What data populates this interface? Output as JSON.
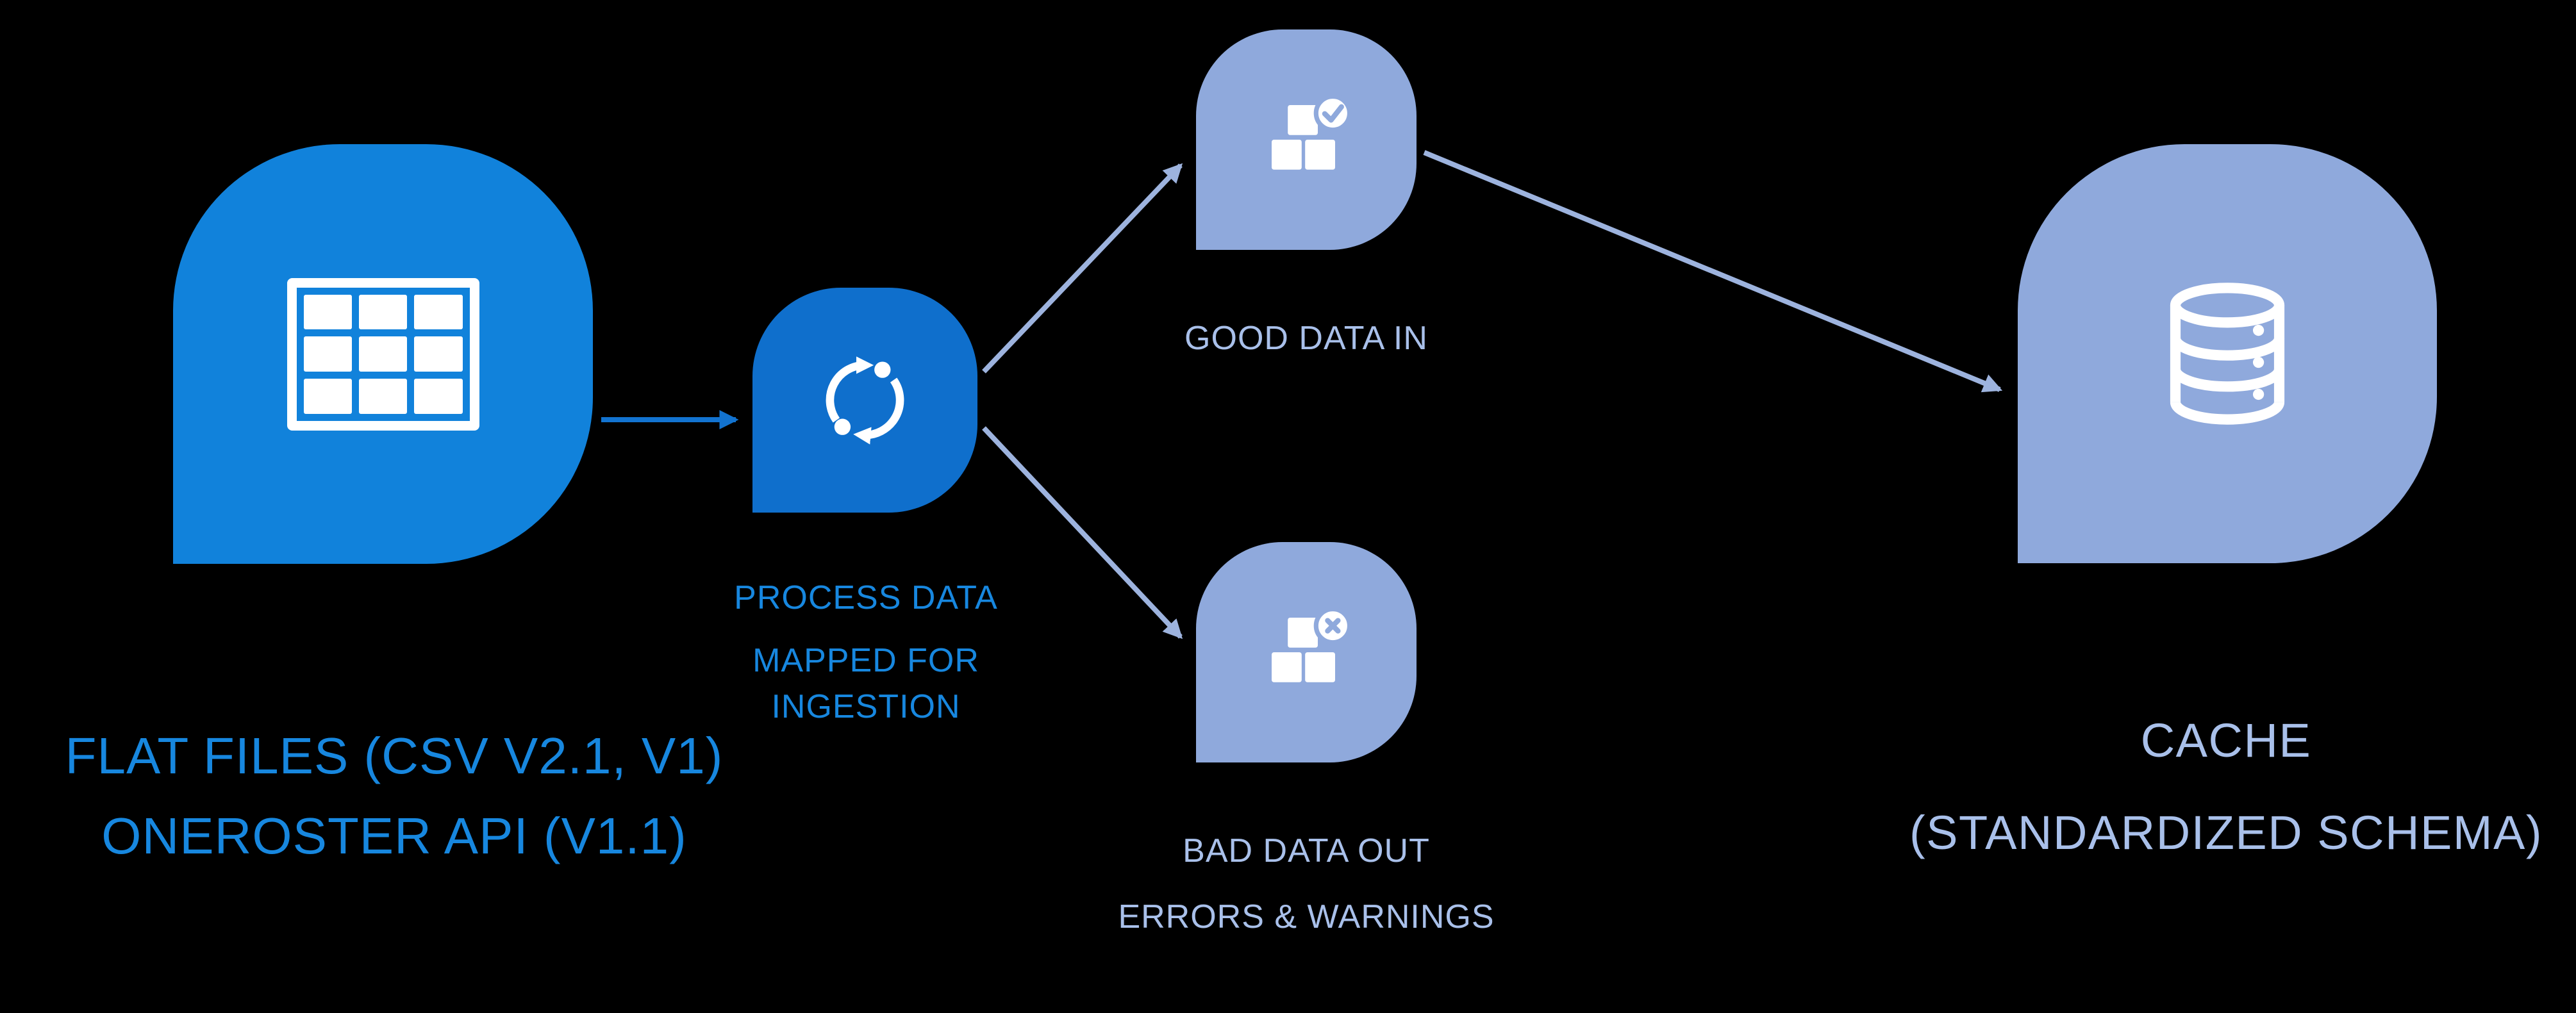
{
  "diagram": {
    "background_color": "#000000",
    "colors": {
      "primary_blue": "#1182DB",
      "process_blue": "#0F6FCC",
      "light_periwinkle": "#8FA9DC",
      "blue_text": "#1787DF",
      "light_text": "#A9C0EA",
      "blue_arrow": "#1273D0",
      "light_arrow": "#9DB3DE",
      "icon_white": "#FFFFFF"
    },
    "nodes": {
      "flat_files": {
        "icon": "table-icon",
        "caption_line1": "FLAT FILES (CSV V2.1, V1)",
        "caption_line2": "ONEROSTER API (V1.1)"
      },
      "process_data": {
        "icon": "sync-process-icon",
        "caption_line1": "PROCESS DATA",
        "caption_line2": "MAPPED FOR INGESTION"
      },
      "good_data": {
        "icon": "boxes-check-icon",
        "caption_line1": "GOOD DATA IN"
      },
      "bad_data": {
        "icon": "boxes-error-icon",
        "caption_line1": "BAD DATA OUT",
        "caption_line2": "ERRORS & WARNINGS"
      },
      "cache": {
        "icon": "database-icon",
        "caption_line1": "CACHE",
        "caption_line2": "(STANDARDIZED SCHEMA)"
      }
    },
    "flows": [
      {
        "from": "flat_files",
        "to": "process_data",
        "style": "blue_arrow"
      },
      {
        "from": "process_data",
        "to": "good_data",
        "style": "light_arrow"
      },
      {
        "from": "process_data",
        "to": "bad_data",
        "style": "light_arrow"
      },
      {
        "from": "good_data",
        "to": "cache",
        "style": "light_arrow"
      }
    ]
  }
}
